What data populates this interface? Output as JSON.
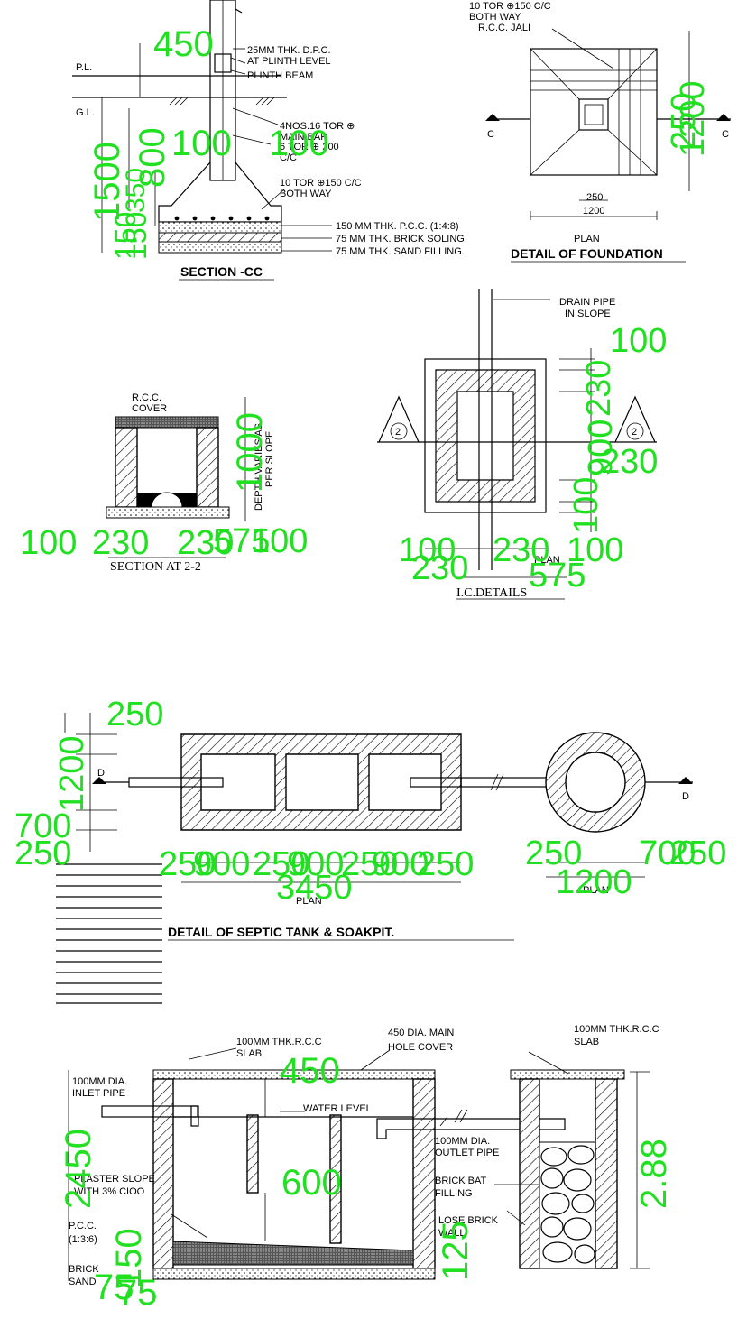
{
  "foundation_section": {
    "title": "SECTION -CC",
    "level_pl": "P.L.",
    "level_gl": "G.L.",
    "notes": [
      "25MM THK. D.P.C.",
      "AT PLINTH LEVEL",
      "PLINTH BEAM",
      "4NOS.16 TOR ⊕",
      "MAIN BAR",
      "6 TOR ⊕ 200",
      "C/C",
      "10 TOR ⊕150 C/C",
      "BOTH WAY"
    ],
    "layers": [
      "150 MM THK. P.C.C. (1:4:8)",
      "75  MM THK. BRICK SOLING.",
      "75  MM THK. SAND FILLING."
    ],
    "dims": [
      "450",
      "1500",
      "800",
      "350",
      "100",
      "100",
      "150",
      "150"
    ]
  },
  "foundation_plan": {
    "notes": [
      "10 TOR ⊕150 C/C",
      "BOTH WAY",
      "R.C.C. JALI"
    ],
    "label_left": "C",
    "label_right": "C",
    "dims_small": [
      "250",
      "1200"
    ],
    "dims": [
      "250",
      "1200"
    ],
    "plan_label": "PLAN",
    "title": "DETAIL OF FOUNDATION"
  },
  "ic_section": {
    "cover": [
      "R.C.C.",
      "COVER"
    ],
    "depth_note": [
      "DEPTH VARIES AS",
      "PER SLOPE"
    ],
    "dims": [
      "1000",
      "100",
      "230",
      "230",
      "575",
      "100"
    ],
    "title": "SECTION AT 2-2"
  },
  "ic_plan": {
    "drain_note": [
      "DRAIN PIPE",
      "IN SLOPE"
    ],
    "marker": "2",
    "dims_right": [
      "100",
      "230",
      "900",
      "230",
      "100"
    ],
    "dims_bottom": [
      "100",
      "230",
      "230",
      "100",
      "575"
    ],
    "plan_label": "PLAN",
    "title": "I.C.DETAILS"
  },
  "septic_plan": {
    "dims_left": [
      "250",
      "1200",
      "700",
      "250"
    ],
    "dims_bottom": [
      "250",
      "900",
      "250",
      "900",
      "250",
      "900",
      "250"
    ],
    "dim_total": "3450",
    "label_d": "D",
    "plan_label": "PLAN",
    "soak_dims": [
      "250",
      "700",
      "250"
    ],
    "soak_total": "1200",
    "soak_plan_label": "PLAN",
    "title": "DETAIL OF  SEPTIC TANK & SOAKPIT."
  },
  "septic_section": {
    "notes": {
      "slab_left": [
        "100MM THK.R.C.C",
        "SLAB"
      ],
      "manhole": [
        "450 DIA.  MAIN",
        "HOLE COVER"
      ],
      "slab_right": [
        "100MM THK.R.C.C",
        "SLAB"
      ],
      "inlet": [
        "100MM DIA.",
        "INLET PIPE"
      ],
      "water": "WATER LEVEL",
      "outlet": [
        "100MM DIA.",
        "OUTLET PIPE"
      ],
      "plaster": [
        "PLASTER SLOPE",
        "WITH 3% CIOO"
      ],
      "brickbat": [
        "BRICK BAT",
        "FILLING"
      ],
      "pcc": [
        "P.C.C.",
        "(1:3:6)"
      ],
      "lose": [
        "LOSE BRICK",
        "WALL"
      ],
      "brick": [
        "BRICK",
        "SAND"
      ]
    },
    "dims": [
      "450",
      "2450",
      "600",
      "150",
      "75",
      "75",
      "125",
      "2.88"
    ]
  }
}
